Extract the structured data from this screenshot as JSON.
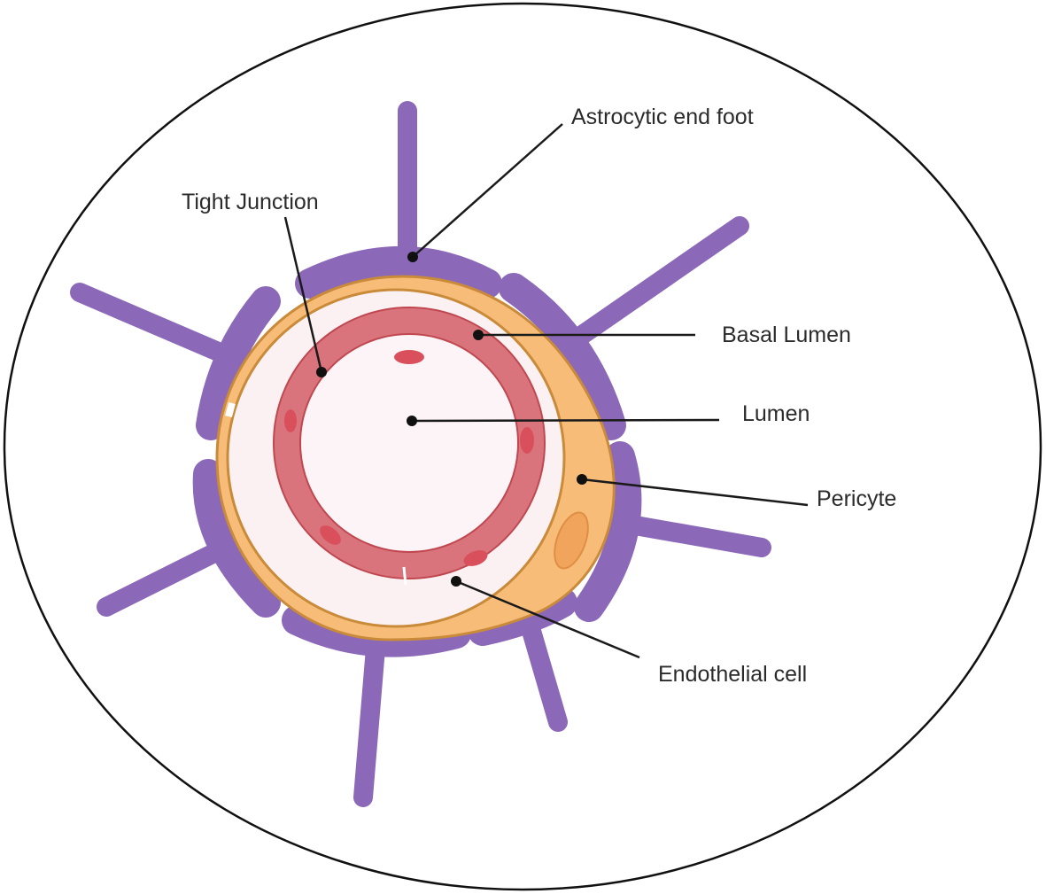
{
  "title": "Blood-brain barrier cross-section",
  "labels": {
    "astrocytic_end_foot": "Astrocytic end foot",
    "tight_junction": "Tight Junction",
    "basal_lumen": "Basal Lumen",
    "lumen": "Lumen",
    "pericyte": "Pericyte",
    "endothelial_cell": "Endothelial cell"
  },
  "colors": {
    "astrocyte": "#8c69b8",
    "pericyte": "#f7bd78",
    "pericyte_outline": "#c98a3a",
    "basal_lumen": "#fbf1f3",
    "endothelial": "#d9747c",
    "endothelial_outline": "#c0474f",
    "nucleus": "#d9505c"
  }
}
